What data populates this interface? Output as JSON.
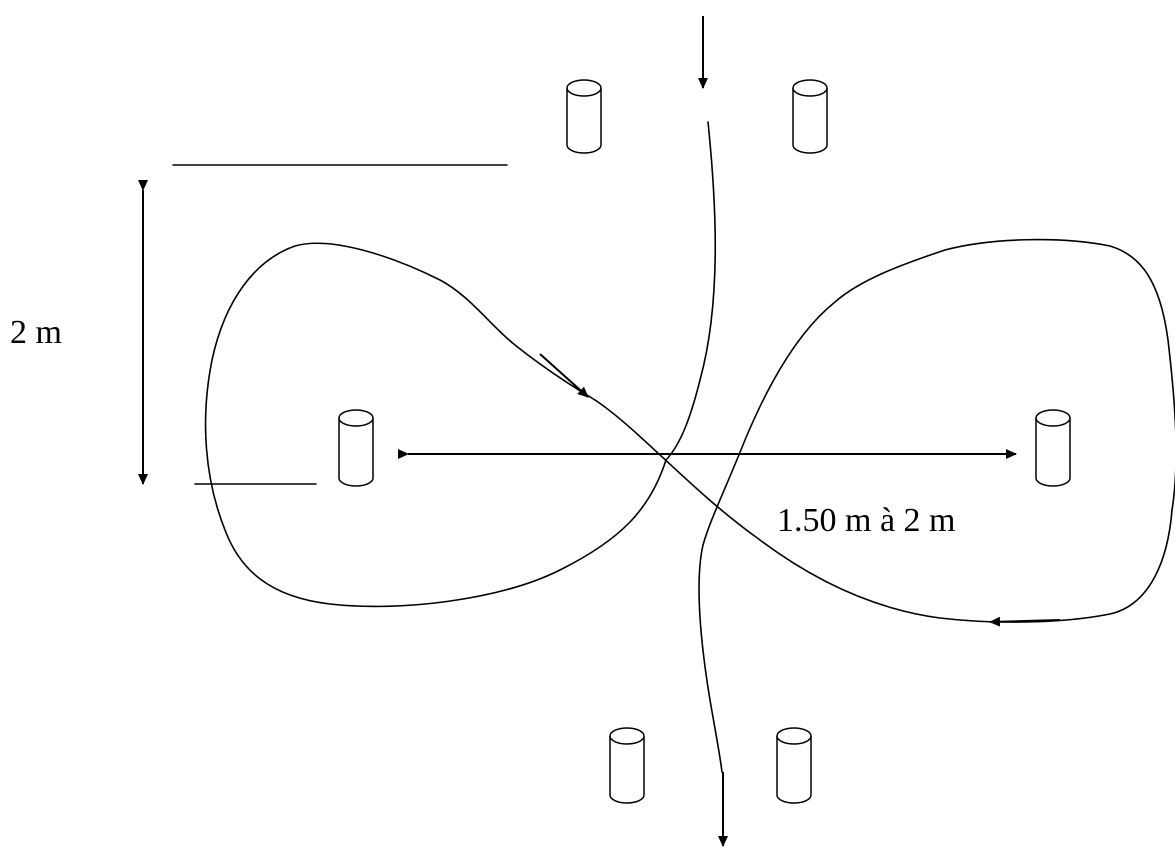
{
  "labels": {
    "height_distance": "2 m",
    "cone_spacing": "1.50 m à 2 m"
  },
  "colors": {
    "stroke": "#000000",
    "background": "#ffffff"
  },
  "cones": [
    "top-left",
    "top-right",
    "middle-left",
    "middle-right",
    "bottom-left",
    "bottom-right"
  ]
}
